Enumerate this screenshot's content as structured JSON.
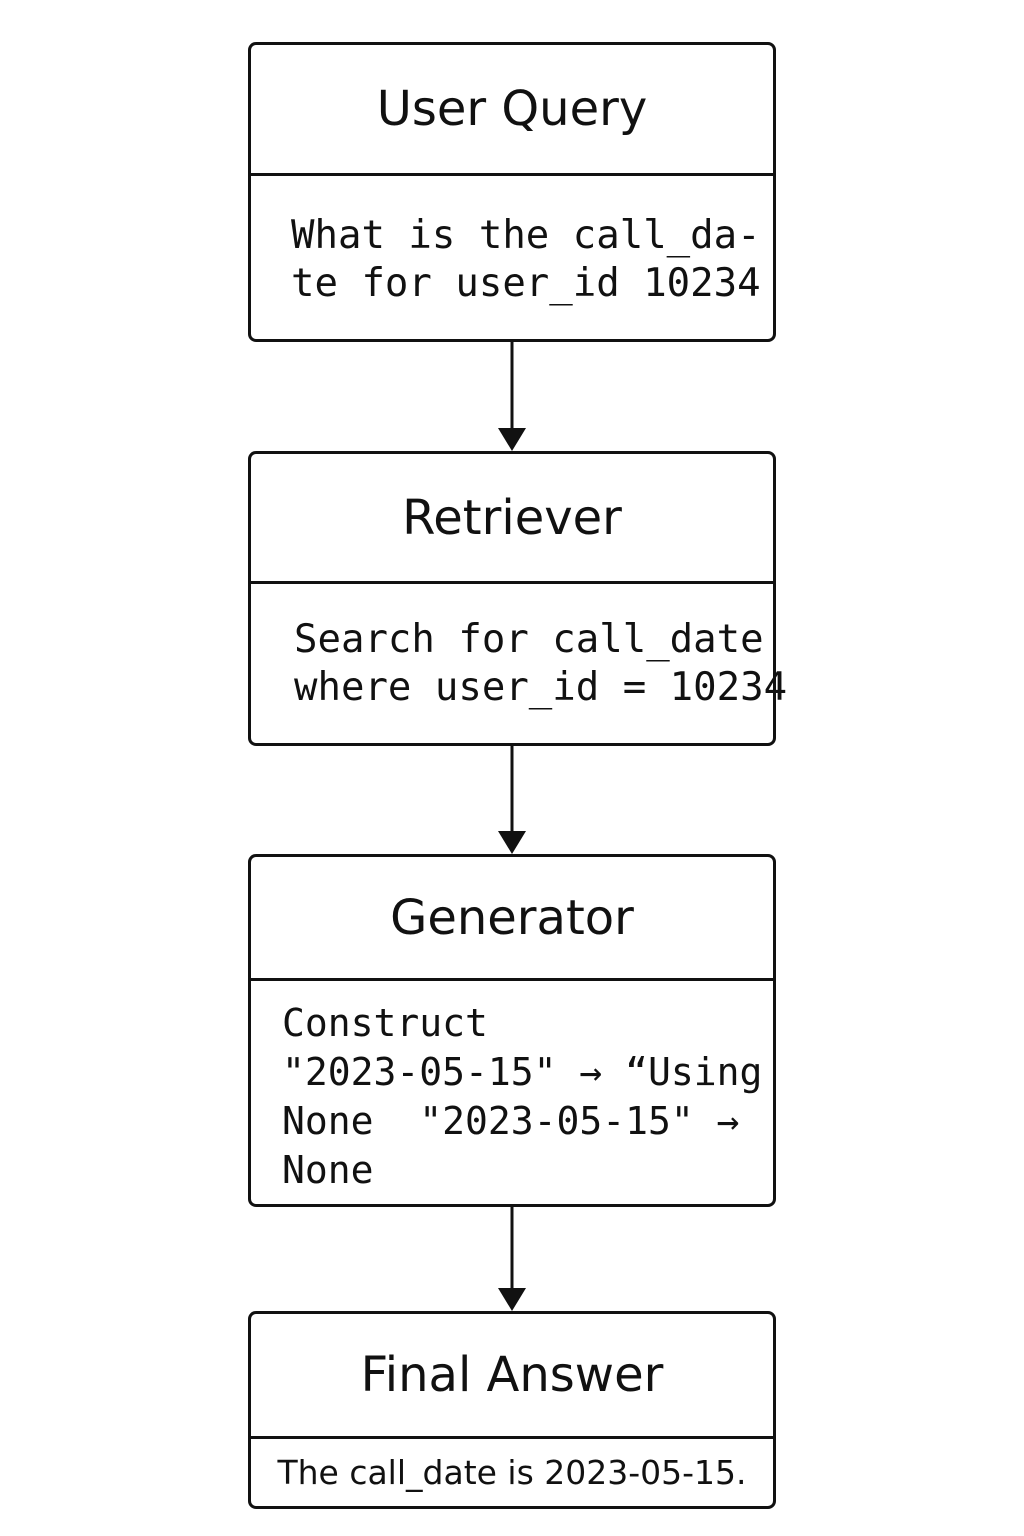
{
  "nodes": {
    "user_query": {
      "title": "User Query",
      "lines": [
        "What is the call_da-",
        "te for user_id 10234"
      ]
    },
    "retriever": {
      "title": "Retriever",
      "lines": [
        "Search for call_date",
        "where user_id = 10234"
      ]
    },
    "generator": {
      "title": "Generator",
      "lines": [
        "Construct",
        "\"2023-05-15\" → “Using",
        "None  \"2023-05-15\" →",
        "None"
      ]
    },
    "final_answer": {
      "title": "Final Answer",
      "lines": [
        "The call_date is 2023-05-15."
      ]
    }
  },
  "colors": {
    "stroke": "#111111",
    "background": "#ffffff"
  }
}
